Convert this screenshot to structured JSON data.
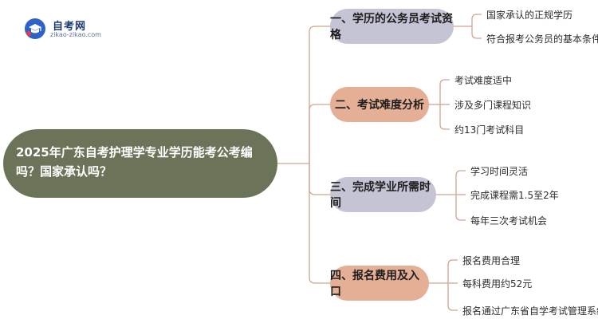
{
  "logo": {
    "name": "自考网",
    "domain": "zikao-zikao.com"
  },
  "root": {
    "title": "2025年广东自考护理学专业学历能考公考编吗？国家承认吗？"
  },
  "branches": [
    {
      "label": "一、学历的公务员考试资格",
      "items": [
        "国家承认的正规学历",
        "符合报考公务员的基本条件"
      ]
    },
    {
      "label": "二、考试难度分析",
      "items": [
        "考试难度适中",
        "涉及多门课程知识",
        "约13门考试科目"
      ]
    },
    {
      "label": "三、完成学业所需时间",
      "items": [
        "学习时间灵活",
        "完成课程需1.5至2年",
        "每年三次考试机会"
      ]
    },
    {
      "label": "四、报名费用及入口",
      "items": [
        "报名费用合理",
        "每科费用约52元",
        "报名通过广东省自学考试管理系统"
      ]
    }
  ],
  "colors": {
    "root": "#6b7458",
    "branch_gray": "#c4c4d4",
    "branch_salmon": "#e4af94",
    "connector": "#d0a48f"
  }
}
